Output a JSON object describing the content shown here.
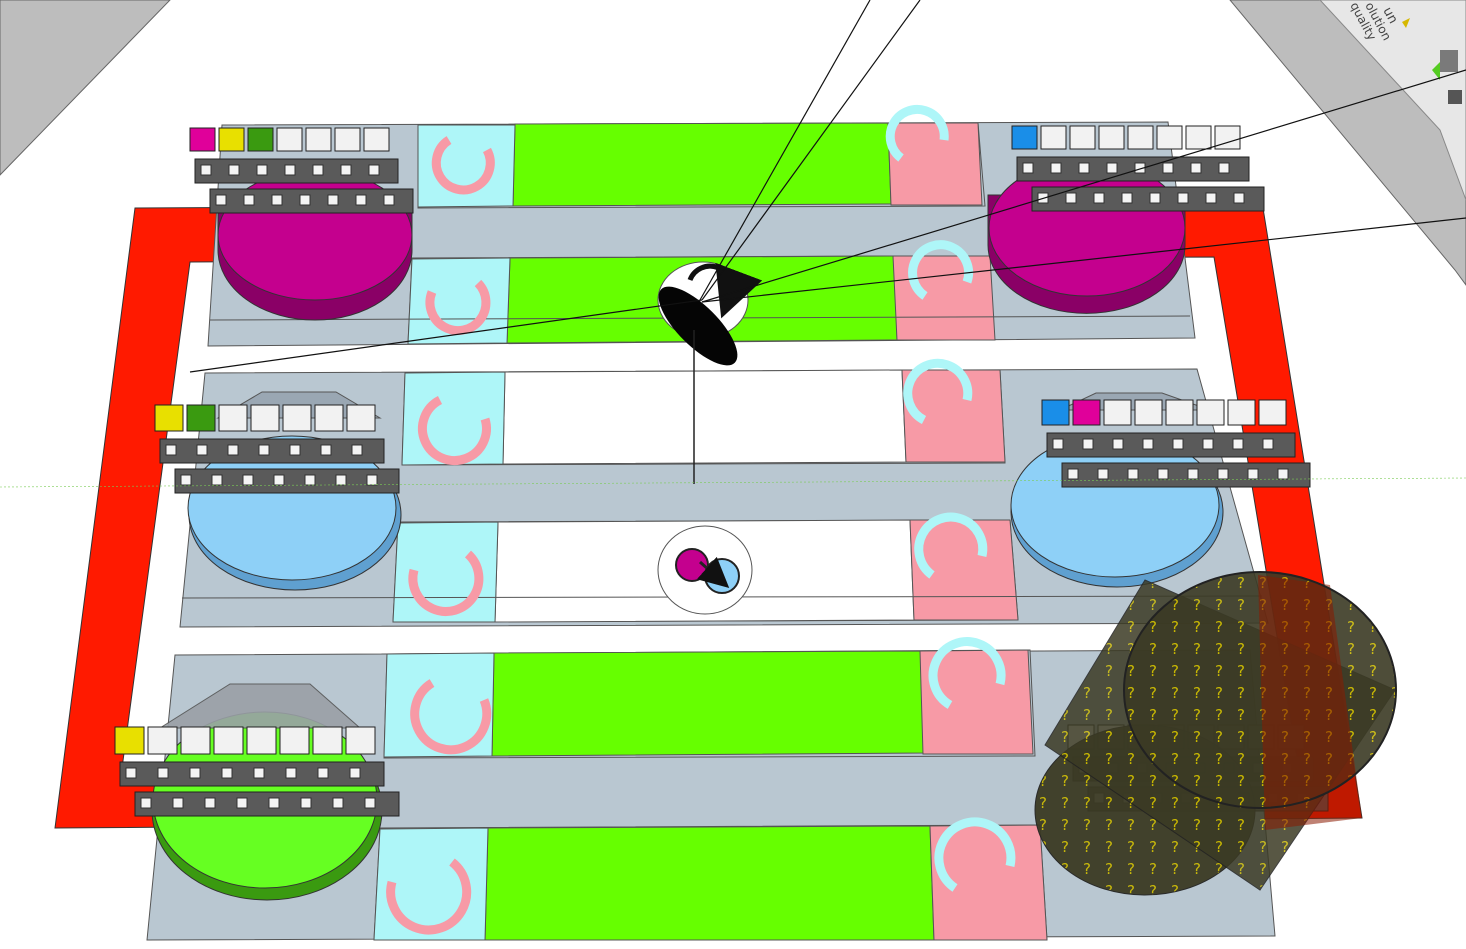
{
  "corner_panel": {
    "line1": "un",
    "line2": "olution",
    "line3": "quality"
  },
  "colors": {
    "board_grey": "#b9c7d1",
    "lane_green": "#66ff00",
    "lane_white": "#ffffff",
    "cyan_tile": "#aef6f8",
    "pink_tile": "#f79aa6",
    "border_red": "#ff1a00",
    "magenta": "#c4008e",
    "light_blue": "#8ed0f7",
    "chip_green": "#66ff22",
    "bag_yellow": "#c9b800"
  },
  "player_bases": [
    {
      "id": "top-left",
      "disk": "magenta",
      "tokens": [
        "magenta",
        "yellow",
        "green",
        "white",
        "white",
        "white",
        "white"
      ]
    },
    {
      "id": "top-right",
      "disk": "magenta",
      "tokens": [
        "blue",
        "white",
        "white",
        "white",
        "white",
        "white",
        "white",
        "white"
      ]
    },
    {
      "id": "mid-left",
      "disk": "light_blue",
      "tokens": [
        "yellow",
        "green",
        "white",
        "white",
        "white",
        "white",
        "white"
      ]
    },
    {
      "id": "mid-right",
      "disk": "light_blue",
      "tokens": [
        "blue",
        "magenta",
        "white",
        "white",
        "white",
        "white",
        "white",
        "white"
      ]
    },
    {
      "id": "bottom-left",
      "disk": "chip_green",
      "tokens": [
        "yellow",
        "white",
        "white",
        "white",
        "white",
        "white",
        "white",
        "white"
      ]
    },
    {
      "id": "bottom-right",
      "disk": "hidden",
      "tokens": [
        "white",
        "white",
        "white",
        "white",
        "white",
        "white",
        "white",
        "white"
      ]
    }
  ],
  "bag_mark": "?"
}
